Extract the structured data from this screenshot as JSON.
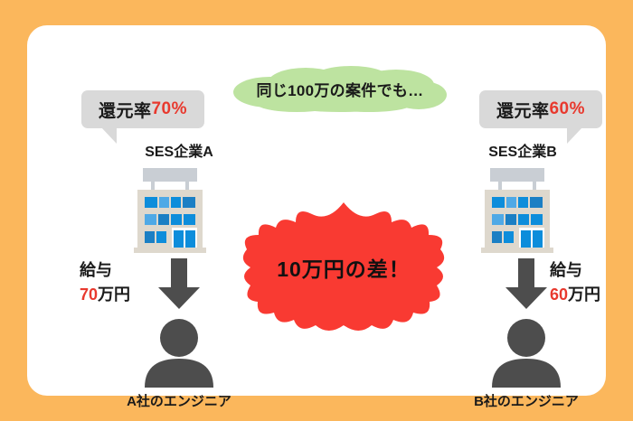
{
  "theme": {
    "background_color": "#fbb75c",
    "card_color": "#ffffff",
    "bubble_color": "#d9d9d9",
    "cloud_color": "#bde3a0",
    "burst_color": "#f93a32",
    "accent_red": "#e8392e",
    "figure_gray": "#4d4d4d",
    "building_body": "#ded8cd",
    "building_window": "#0d8ddb",
    "building_roof": "#c9ced4"
  },
  "left_company": {
    "bubble_prefix": "還元率",
    "bubble_value": "70",
    "bubble_suffix": "%",
    "bubble_full": "還元率70%",
    "name": "SES企業A",
    "building_icon": "office-building-icon",
    "arrow_icon": "down-arrow-icon",
    "salary_label": "給与",
    "salary_amount_number": "70",
    "salary_amount_unit": "万円",
    "salary_amount_full": "70万円",
    "person_icon": "person-avatar-icon",
    "engineer_label": "A社のエンジニア"
  },
  "right_company": {
    "bubble_prefix": "還元率",
    "bubble_value": "60",
    "bubble_suffix": "%",
    "bubble_full": "還元率60%",
    "name": "SES企業B",
    "building_icon": "office-building-icon",
    "arrow_icon": "down-arrow-icon",
    "salary_label": "給与",
    "salary_amount_number": "60",
    "salary_amount_unit": "万円",
    "salary_amount_full": "60万円",
    "person_icon": "person-avatar-icon",
    "engineer_label": "B社のエンジニア"
  },
  "cloud": {
    "text": "同じ100万の案件でも…"
  },
  "burst": {
    "text": "10万円の差！"
  }
}
